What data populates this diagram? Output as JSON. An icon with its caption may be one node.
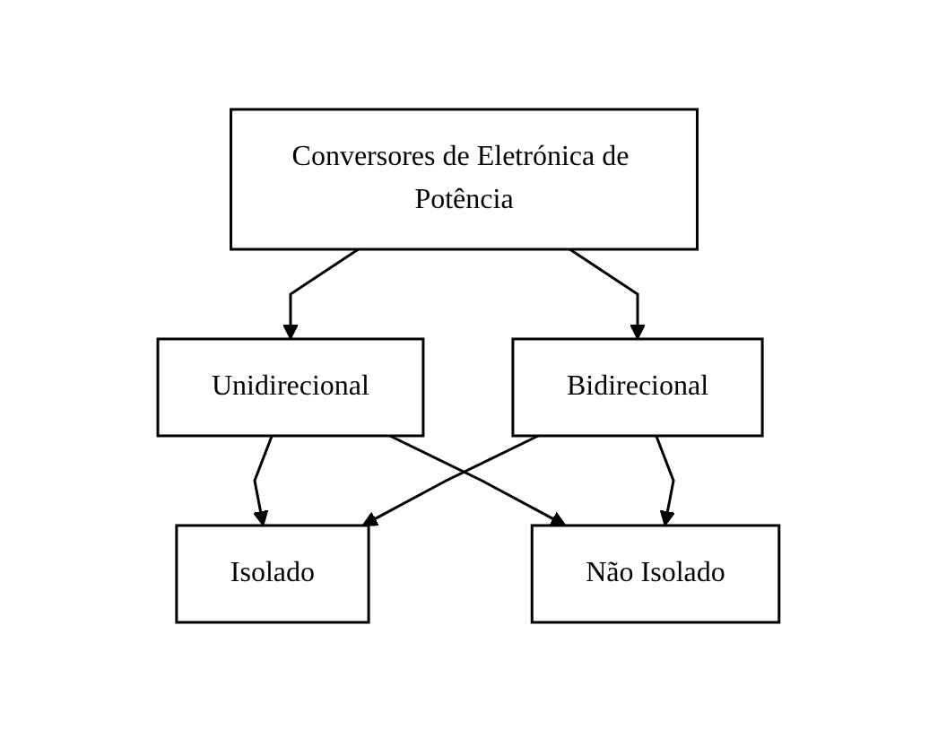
{
  "diagram": {
    "nodes": [
      {
        "text": [
          "Conversores de Eletrónica de Potência"
        ]
      },
      {
        "text": [
          "Unidirecional"
        ]
      },
      {
        "text": [
          "Bidirecional"
        ]
      },
      {
        "text": [
          "Isolado"
        ]
      },
      {
        "text": [
          "Não Isolado"
        ]
      }
    ],
    "edges": [
      {
        "from": 0,
        "to": 1,
        "arrow": "to"
      },
      {
        "from": 0,
        "to": 2,
        "arrow": "to"
      },
      {
        "from": 1,
        "to": 3,
        "arrow": "to"
      },
      {
        "from": 1,
        "to": 4,
        "arrow": "to"
      },
      {
        "from": 2,
        "to": 3,
        "arrow": "to"
      },
      {
        "from": 2,
        "to": 4,
        "arrow": "to"
      }
    ]
  }
}
